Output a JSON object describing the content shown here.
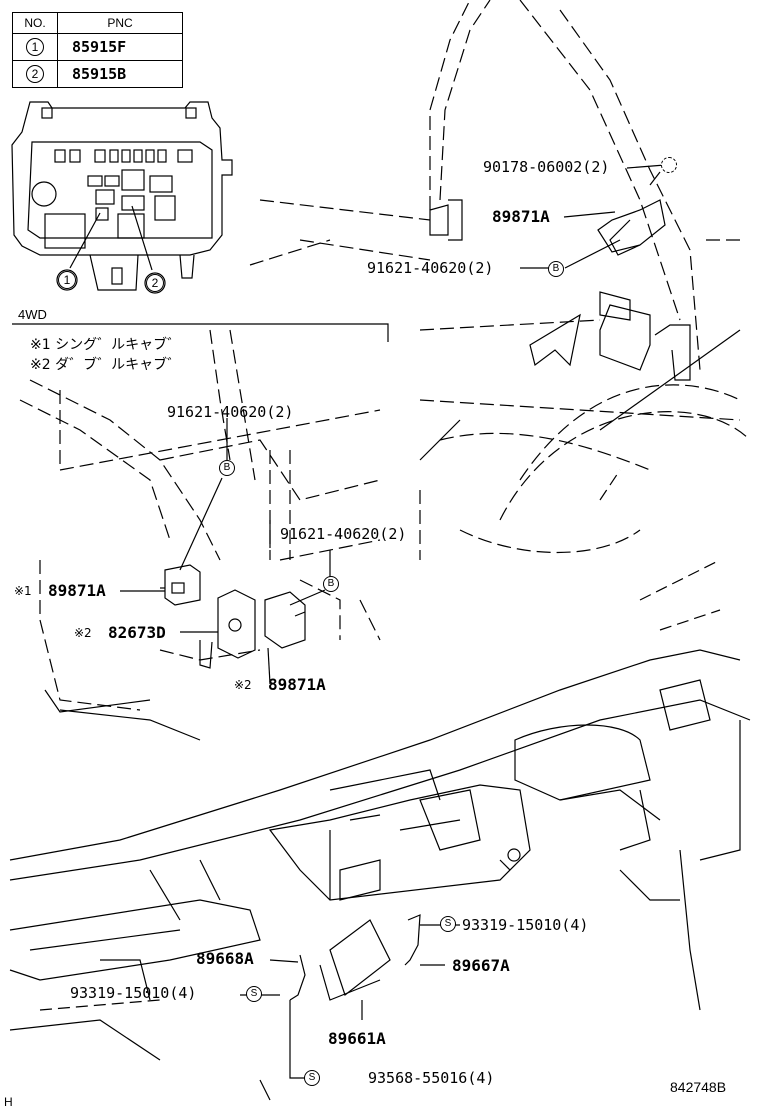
{
  "table": {
    "header_no": "NO.",
    "header_pnc": "PNC",
    "rows": [
      {
        "no": "1",
        "pnc": "85915F"
      },
      {
        "no": "2",
        "pnc": "85915B"
      }
    ]
  },
  "callouts": {
    "c1": "1",
    "c2": "2"
  },
  "section_label": "4WD",
  "notes": {
    "n1": "※1 シング゛ルキャブ゛",
    "n2": "※2 ダ゛ブ゛ルキャブ゛"
  },
  "markers": {
    "m1": "※1",
    "m2": "※2",
    "m3": "※2"
  },
  "parts": {
    "p_90178": "90178-06002(2)",
    "p_89871A_top": "89871A",
    "p_91621_top": "91621-40620(2)",
    "p_91621_mid1": "91621-40620(2)",
    "p_91621_mid2": "91621-40620(2)",
    "p_89871A_left": "89871A",
    "p_82673D": "82673D",
    "p_89871A_bottom": "89871A",
    "p_93319_right": "93319-15010(4)",
    "p_89668A": "89668A",
    "p_89667A": "89667A",
    "p_93319_left": "93319-15010(4)",
    "p_89661A": "89661A",
    "p_93568": "93568-55016(4)"
  },
  "bolt_letters": {
    "b": "B",
    "s": "S"
  },
  "footer": {
    "left": "H",
    "right": "842748B"
  }
}
